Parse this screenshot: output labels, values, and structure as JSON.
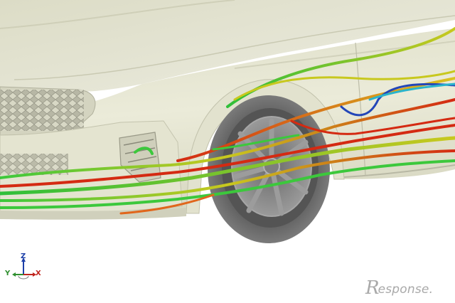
{
  "image": {
    "subject": "aerodynamic CFD streamline visualization around the front wheel of a car",
    "colors": {
      "background": "#ffffff",
      "body_panel": "#e6e6d2",
      "tire": "#6a6a6a",
      "wheel": "#8b8b8b",
      "stream_red": "#d42a12",
      "stream_orange": "#e0661c",
      "stream_yellow": "#c8c81e",
      "stream_green": "#3cc83c",
      "stream_cyan": "#2ab4cc",
      "stream_blue": "#2346b8"
    }
  },
  "axes_triad": {
    "z_label": "Z",
    "y_label": "Y",
    "x_label": "X",
    "icon": "xyz-axis-triad-icon"
  },
  "watermark": {
    "lead": "R",
    "rest": "esponse."
  }
}
